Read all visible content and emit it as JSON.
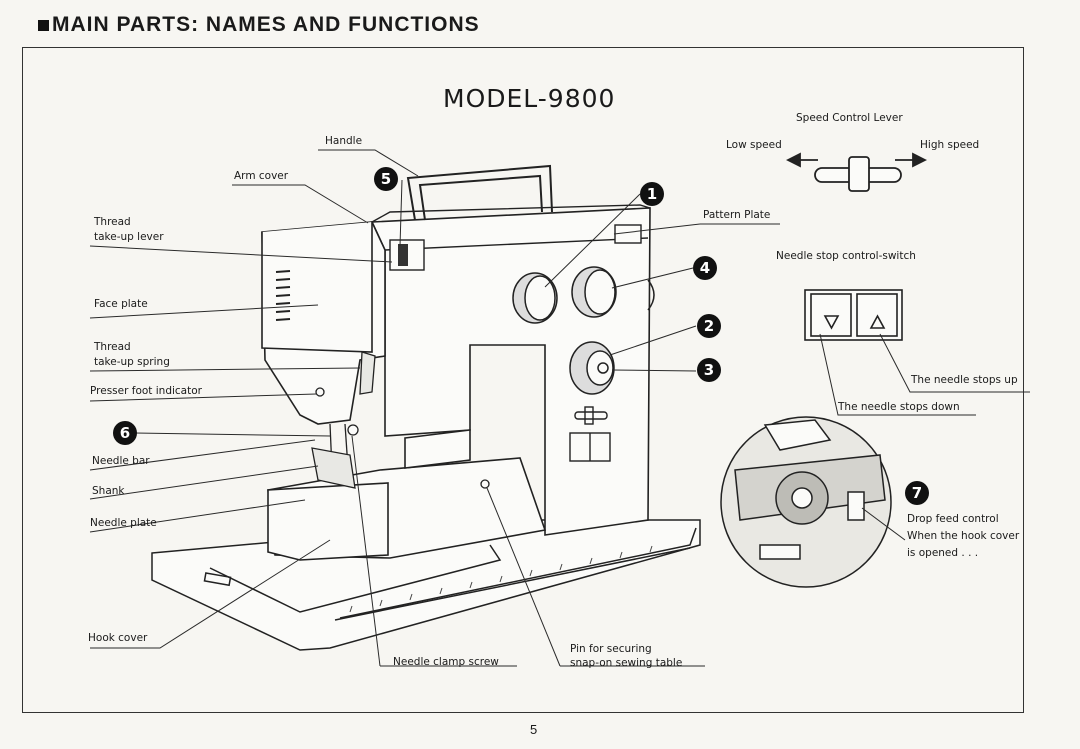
{
  "heading": "MAIN PARTS: NAMES AND FUNCTIONS",
  "model": "MODEL-9800",
  "labels": {
    "handle": "Handle",
    "arm_cover": "Arm cover",
    "thread_takeup_lever_1": "Thread",
    "thread_takeup_lever_2": "take-up lever",
    "face_plate": "Face plate",
    "thread_takeup_spring_1": "Thread",
    "thread_takeup_spring_2": "take-up spring",
    "presser_foot_indicator": "Presser foot indicator",
    "needle_bar": "Needle bar",
    "shank": "Shank",
    "needle_plate": "Needle plate",
    "hook_cover": "Hook cover",
    "needle_clamp_screw": "Needle clamp screw",
    "pin_1": "Pin for securing",
    "pin_2": "snap-on sewing table",
    "pattern_plate": "Pattern Plate",
    "speed_control_lever": "Speed Control Lever",
    "low_speed": "Low speed",
    "high_speed": "High speed",
    "needle_stop_switch": "Needle stop control-switch",
    "needle_stops_up": "The needle stops up",
    "needle_stops_down": "The needle stops down",
    "drop_feed_1": "Drop feed control",
    "drop_feed_2": "When the hook cover",
    "drop_feed_3": "is opened . . ."
  },
  "callouts": {
    "n1": "1",
    "n2": "2",
    "n3": "3",
    "n4": "4",
    "n5": "5",
    "n6": "6",
    "n7": "7"
  },
  "page_number": "5",
  "colors": {
    "ink": "#1a1a1a",
    "paper": "#f7f6f2"
  }
}
